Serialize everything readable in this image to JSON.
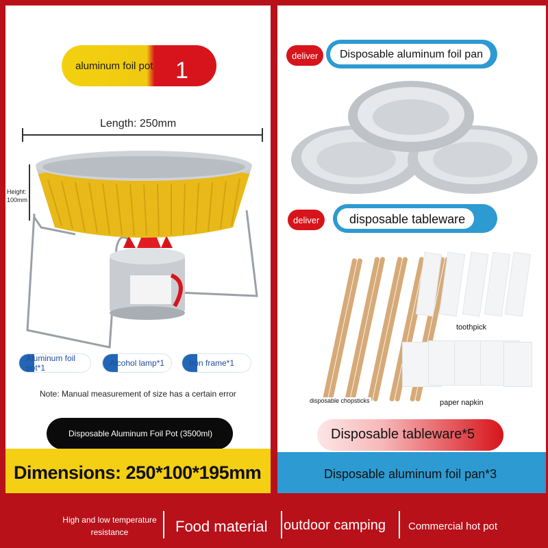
{
  "left": {
    "title_pill": {
      "label": "aluminum foil pot",
      "number": "1"
    },
    "length_label": "Length: 250mm",
    "height_label": "Height: 100mm",
    "tags": [
      "Aluminum foil pot*1",
      "Alcohol lamp*1",
      "Iron frame*1"
    ],
    "note": "Note: Manual measurement of size has a certain error",
    "product_pill": "Disposable Aluminum Foil Pot (3500ml)",
    "dimensions": "Dimensions: 250*100*195mm"
  },
  "right": {
    "section1": {
      "badge": "deliver",
      "title": "Disposable aluminum foil pan"
    },
    "section2": {
      "badge": "deliver",
      "title": "disposable tableware"
    },
    "captions": {
      "toothpick": "toothpick",
      "chopsticks": "disposable chopsticks",
      "napkin": "paper napkin"
    },
    "tableware_pill": "Disposable tableware*5",
    "pan_bar": "Disposable aluminum foil pan*3"
  },
  "footer": {
    "item1": "High and low temperature resistance",
    "item2": "Food material",
    "item3": "outdoor camping",
    "item4": "Commercial hot pot"
  },
  "colors": {
    "background_red": "#b8111a",
    "accent_yellow": "#f4cf14",
    "accent_blue": "#2d9ad1",
    "accent_red": "#d7141b"
  }
}
